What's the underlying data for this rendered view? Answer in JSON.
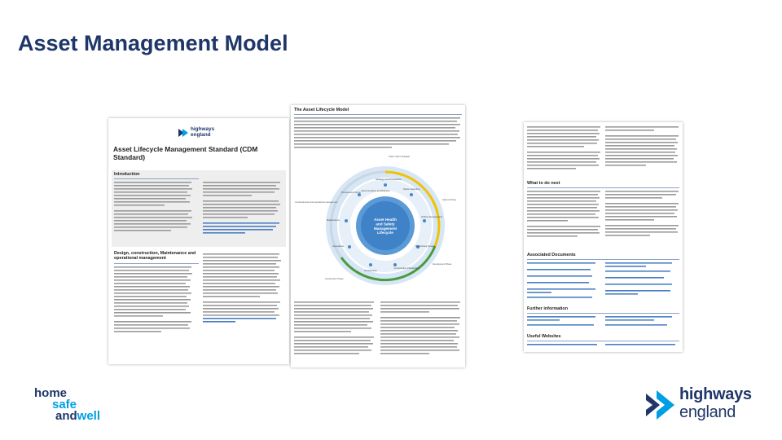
{
  "slide": {
    "title": "Asset Management Model"
  },
  "left_page": {
    "logo_text": "highways england",
    "title": "Asset Lifecycle Management Standard (CDM Standard)",
    "sections": [
      {
        "heading": "Introduction"
      },
      {
        "heading": "Design, construction, Maintenance and operational management"
      }
    ]
  },
  "mid_page": {
    "heading": "The Asset Lifecycle Model",
    "wheel": {
      "center": "Asset Health and Safety Management Lifecycle",
      "ring_labels": [
        "Strategy and Prioritisation",
        "Option Selection",
        "Outline Development",
        "Preliminary Design",
        "Construction Preparation",
        "Construction",
        "Operations",
        "Maintenance",
        "Process and Inform",
        "Decommission and Dispose"
      ],
      "outer_labels": [
        "Initial / Client Delegate",
        "Options Phase",
        "Development Phase",
        "Construction Phase",
        "Continual asset and operational management"
      ]
    }
  },
  "right_page": {
    "sections": [
      {
        "heading": "What to do next"
      },
      {
        "heading": "Associated Documents"
      },
      {
        "heading": "Further information"
      },
      {
        "heading": "Useful Websites"
      }
    ]
  },
  "footer": {
    "hsw_line1": "home",
    "hsw_line2": "safe",
    "hsw_line3_a": "and",
    "hsw_line3_b": "well",
    "brand_word1": "highways",
    "brand_word2": "england"
  },
  "colors": {
    "navy": "#1f3768",
    "cyan": "#009fe3",
    "ring": "#5a9ad6",
    "ring_light": "#d6e6f5"
  }
}
